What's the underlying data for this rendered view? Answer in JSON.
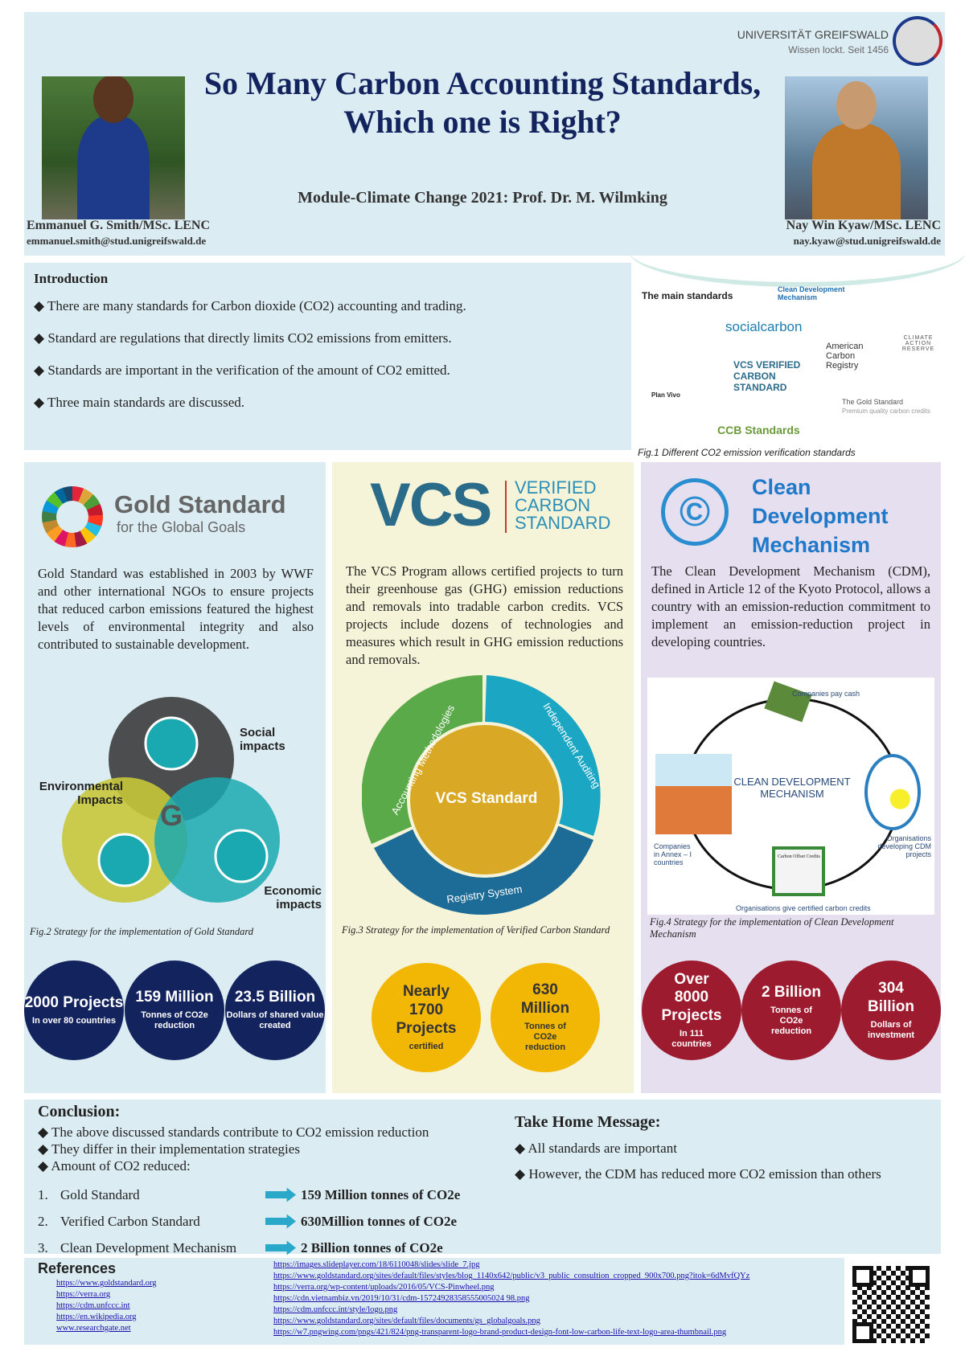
{
  "header": {
    "title_line1": "So Many Carbon Accounting Standards,",
    "title_line2": "Which one is Right?",
    "module": "Module-Climate Change 2021: Prof. Dr. M. Wilmking",
    "university": "UNIVERSITÄT GREIFSWALD",
    "motto": "Wissen lockt. Seit 1456",
    "author_left": {
      "name": "Emmanuel G. Smith/MSc. LENC",
      "email": "emmanuel.smith@stud.unigreifswald.de"
    },
    "author_right": {
      "name": "Nay Win Kyaw/MSc. LENC",
      "email": "nay.kyaw@stud.unigreifswald.de"
    }
  },
  "intro": {
    "heading": "Introduction",
    "bullets": [
      "There are many standards for Carbon dioxide (CO2) accounting and trading.",
      "Standard are regulations that directly limits CO2 emissions from emitters.",
      "Standards are important in the verification of the amount of CO2 emitted.",
      "Three main standards are discussed."
    ]
  },
  "fig1": {
    "heading": "The main standards",
    "logos": [
      "Clean Development Mechanism",
      "socialcarbon",
      "CLIMATE ACTION RESERVE",
      "American Carbon Registry",
      "Plan Vivo",
      "VCS VERIFIED CARBON STANDARD",
      "The Gold Standard",
      "Premium quality carbon credits",
      "CCB Standards"
    ],
    "caption": "Fig.1 Different CO2 emission verification standards"
  },
  "gold": {
    "logo_title": "Gold Standard",
    "logo_sub": "for the Global Goals",
    "text": "Gold Standard was established in 2003 by WWF and other international NGOs to ensure projects that reduced carbon emissions featured the highest levels of environmental integrity and also contributed to sustainable development.",
    "labels": [
      "Social impacts",
      "Environmental Impacts",
      "Economic impacts"
    ],
    "caption": "Fig.2 Strategy for the implementation of Gold Standard",
    "stats": [
      {
        "big": "2000 Projects",
        "small": "In over 80 countries"
      },
      {
        "big": "159 Million",
        "small": "Tonnes of CO2e reduction"
      },
      {
        "big": "23.5 Billion",
        "small": "Dollars of shared value created"
      }
    ]
  },
  "vcs": {
    "logo_vcs": "VCS",
    "logo_text": "VERIFIED CARBON STANDARD",
    "text": "The VCS Program allows certified projects to turn their greenhouse gas (GHG) emission reductions and removals into tradable carbon credits. VCS projects include dozens of technologies and measures which result in GHG emission reductions and removals.",
    "center": "VCS Standard",
    "segments": [
      "Accounting Methodologies",
      "Independent Auditing",
      "Registry System"
    ],
    "caption": "Fig.3 Strategy for the implementation of Verified Carbon Standard",
    "stats": [
      {
        "big": "Nearly 1700 Projects",
        "small": "certified"
      },
      {
        "big": "630 Million",
        "small": "Tonnes of CO2e reduction"
      }
    ]
  },
  "cdm": {
    "logo_text": "Clean Development Mechanism",
    "text": "The Clean Development Mechanism (CDM), defined in Article 12 of the Kyoto Protocol, allows a country with an emission-reduction commitment to implement an emission-reduction project in developing countries.",
    "diagram": {
      "center": "CLEAN DEVELOPMENT MECHANISM",
      "top": "Companies pay cash",
      "left": "Companies in Annex – I countries",
      "right": "Organisations developing CDM projects",
      "bottom": "Organisations give certified carbon credits",
      "cert": "Carbon Offset Credits"
    },
    "caption": "Fig.4 Strategy for the implementation of Clean Development Mechanism",
    "stats": [
      {
        "big": "Over 8000 Projects",
        "small": "In 111 countries"
      },
      {
        "big": "2 Billion",
        "small": "Tonnes of CO2e reduction"
      },
      {
        "big": "304 Billion",
        "small": "Dollars of investment"
      }
    ]
  },
  "conclusion": {
    "heading": "Conclusion:",
    "bullets": [
      "The above discussed standards contribute to CO2 emission reduction",
      "They differ in their implementation strategies",
      "Amount of CO2 reduced:"
    ],
    "items": [
      {
        "n": "1.",
        "name": "Gold Standard",
        "value": "159 Million tonnes of CO2e"
      },
      {
        "n": "2.",
        "name": "Verified Carbon Standard",
        "value": "630Million tonnes of CO2e"
      },
      {
        "n": "3.",
        "name": "Clean Development Mechanism",
        "value": "2 Billion tonnes of CO2e"
      }
    ]
  },
  "takehome": {
    "heading": "Take Home Message:",
    "bullets": [
      "All standards are important",
      "However, the CDM has reduced more CO2 emission than others"
    ]
  },
  "references": {
    "heading": "References",
    "left": [
      "https://www.goldstandard.org",
      "https://verra.org",
      "https://cdm.unfccc.int",
      "https://en.wikipedia.org",
      "www.researchgate.net"
    ],
    "right": [
      "https://images.slideplayer.com/18/6110048/slides/slide_7.jpg",
      "https://www.goldstandard.org/sites/default/files/styles/blog_1140x642/public/v3_public_consultion_cropped_900x700.png?itok=6dMvfQYz",
      "https://verra.org/wp-content/uploads/2016/05/VCS-Pinwheel.png",
      "https://cdn.vietnambiz.vn/2019/10/31/cdm-15724928358555005024 98.png",
      "https://cdm.unfccc.int/style/logo.png",
      "https://www.goldstandard.org/sites/default/files/documents/gs_globalgoals.png",
      "https://w7.pngwing.com/pngs/421/824/png-transparent-logo-brand-product-design-font-low-carbon-life-text-logo-area-thumbnail.png"
    ]
  },
  "colors": {
    "navy": "#13235e",
    "gold": "#f2b705",
    "maroon": "#9c1b2f",
    "panel": "#dbecf2",
    "vcs_bg": "#f6f4d8",
    "cdm_bg": "#e6dff0"
  }
}
